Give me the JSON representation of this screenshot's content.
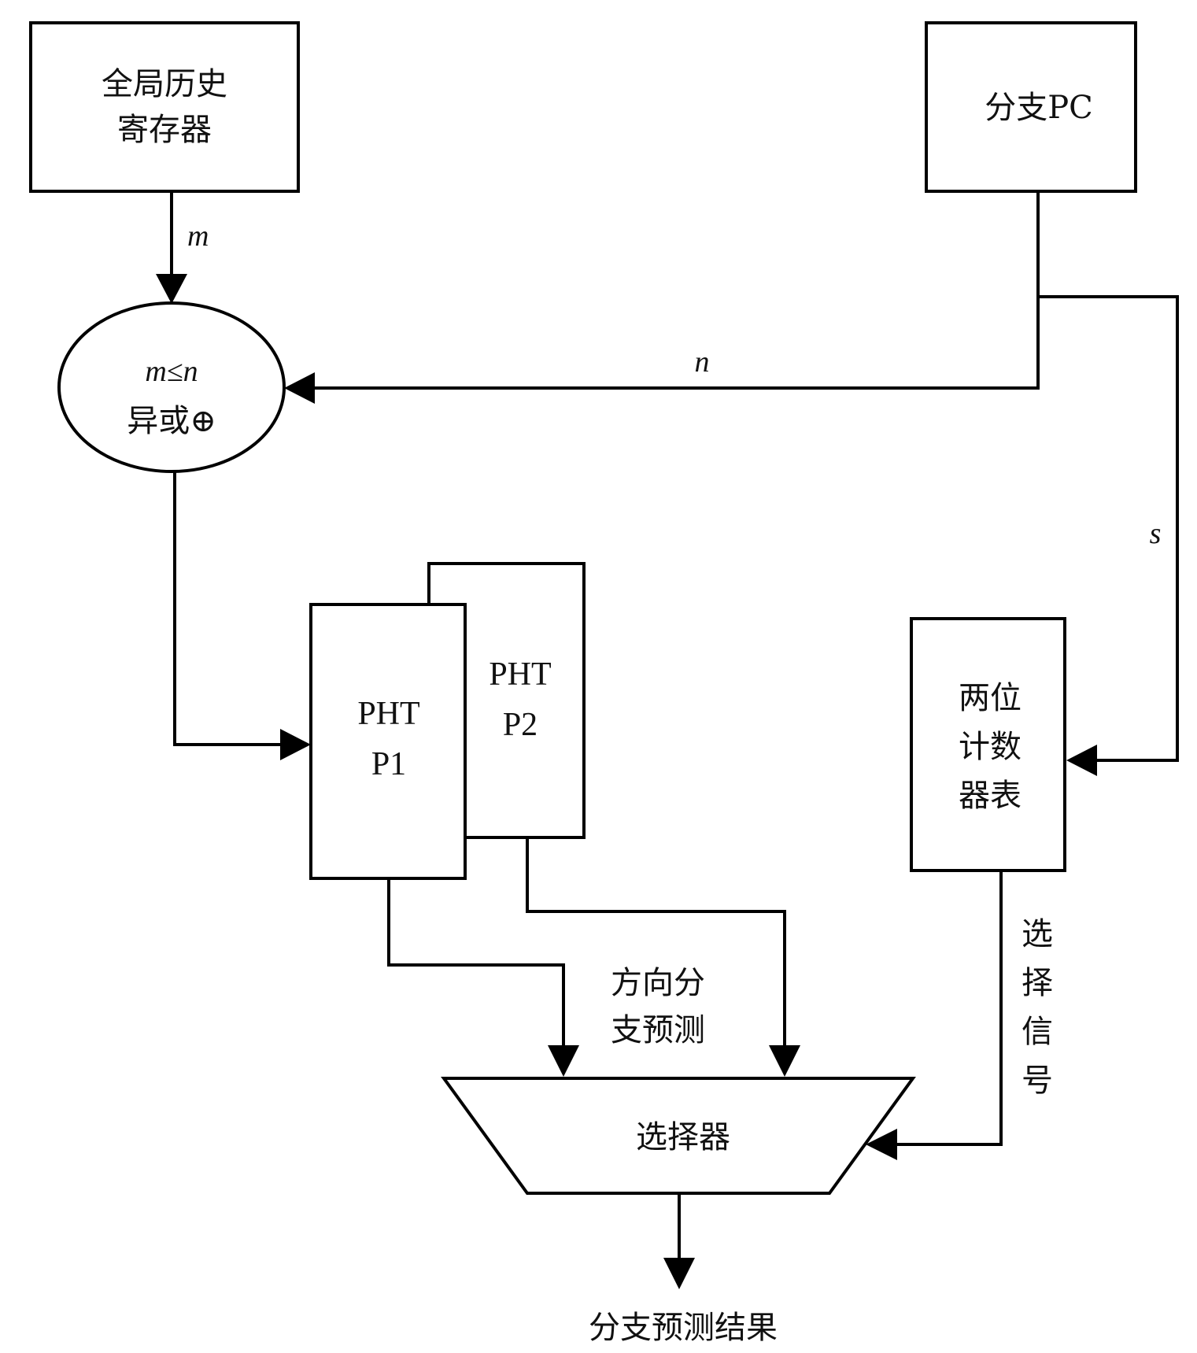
{
  "diagram": {
    "nodes": {
      "ghr": {
        "line1": "全局历史",
        "line2": "寄存器"
      },
      "branch_pc": {
        "label": "分支PC"
      },
      "xor": {
        "line1": "m≤n",
        "line2": "异或⊕"
      },
      "pht_p1": {
        "line1": "PHT",
        "line2": "P1"
      },
      "pht_p2": {
        "line1": "PHT",
        "line2": "P2"
      },
      "counter_table": {
        "line1": "两位",
        "line2": "计数",
        "line3": "器表"
      },
      "selector": {
        "label": "选择器"
      }
    },
    "edge_labels": {
      "m": "m",
      "n": "n",
      "s": "s",
      "direction_prediction_line1": "方向分",
      "direction_prediction_line2": "支预测",
      "select_signal_chars": [
        "选",
        "择",
        "信",
        "号"
      ]
    },
    "output": {
      "label": "分支预测结果"
    },
    "edges": [
      {
        "from": "ghr",
        "to": "xor",
        "label": "m"
      },
      {
        "from": "branch_pc",
        "to": "xor",
        "label": "n"
      },
      {
        "from": "branch_pc",
        "to": "counter_table",
        "label": "s"
      },
      {
        "from": "xor",
        "to": "pht_p1"
      },
      {
        "from": "pht_p1",
        "to": "selector"
      },
      {
        "from": "pht_p2",
        "to": "selector"
      },
      {
        "from": "counter_table",
        "to": "selector",
        "label": "选择信号"
      },
      {
        "from": "selector",
        "to": "output"
      }
    ]
  }
}
